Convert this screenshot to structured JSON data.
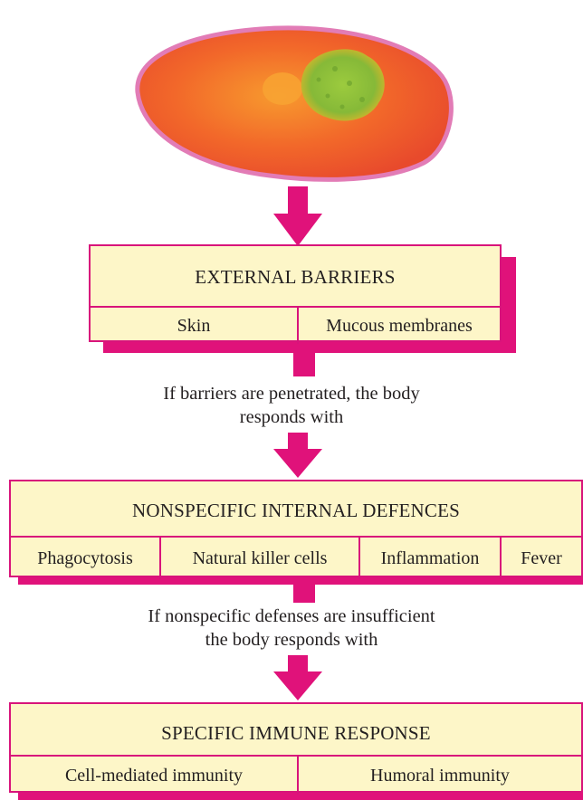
{
  "diagram": {
    "external_barriers": {
      "title": "EXTERNAL BARRIERS",
      "items": [
        "Skin",
        "Mucous membranes"
      ]
    },
    "caption_1": {
      "line1": "If barriers are penetrated, the body",
      "line2": "responds with"
    },
    "nonspecific_defences": {
      "title": "NONSPECIFIC INTERNAL DEFENCES",
      "items": [
        "Phagocytosis",
        "Natural killer cells",
        "Inflammation",
        "Fever"
      ]
    },
    "caption_2": {
      "line1": "If nonspecific defenses are insufficient",
      "line2": "the body responds with"
    },
    "specific_response": {
      "title": "SPECIFIC IMMUNE RESPONSE",
      "items": [
        "Cell-mediated immunity",
        "Humoral immunity"
      ]
    },
    "colors": {
      "accent": "#e0127a",
      "box_fill": "#fdf6c8",
      "cell_orange": "#f0572a",
      "cell_membrane": "#e07ab0",
      "nucleus_green": "#8ac43c"
    }
  }
}
